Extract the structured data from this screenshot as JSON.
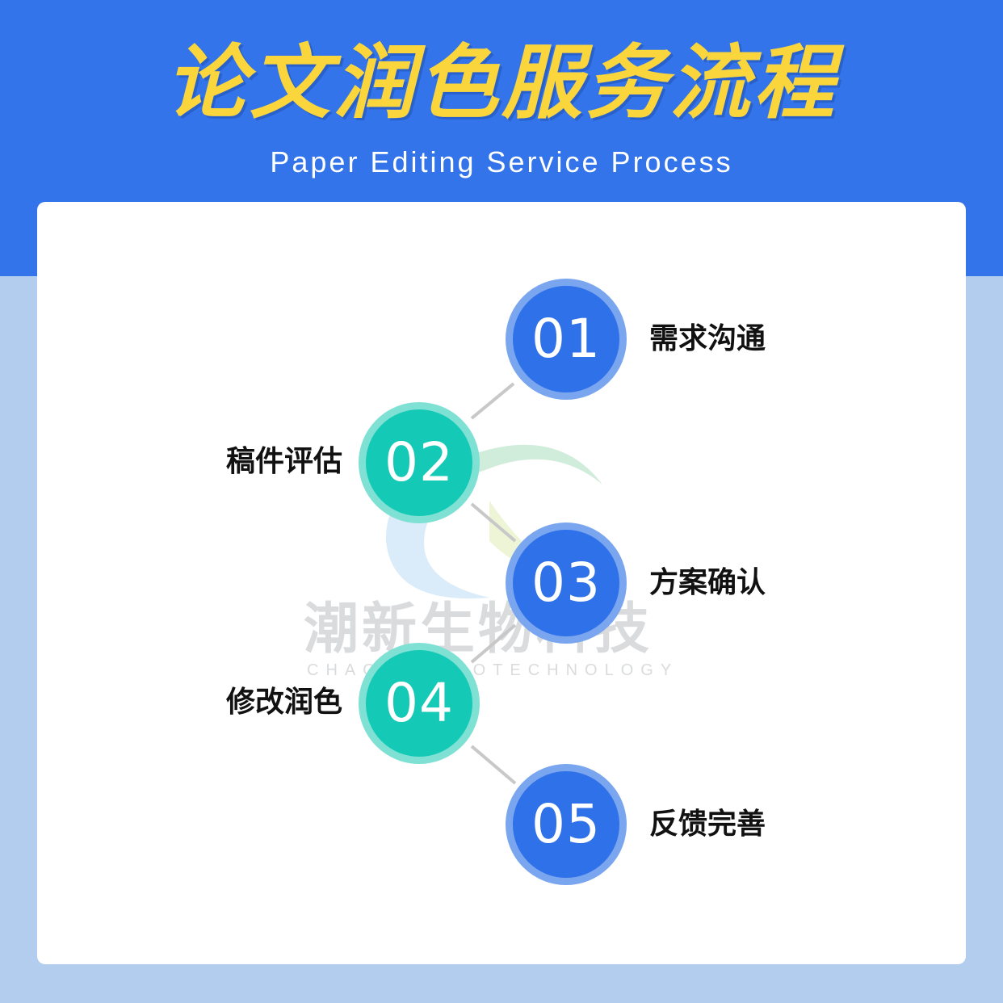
{
  "header": {
    "title": "论文润色服务流程",
    "subtitle": "Paper Editing Service Process"
  },
  "watermark": {
    "text": "潮新生物科技",
    "subtext": "CHAOXIN BIOTECHNOLOGY"
  },
  "steps": [
    {
      "number": "01",
      "label": "需求沟通",
      "color": "#2f71e8"
    },
    {
      "number": "02",
      "label": "稿件评估",
      "color": "#14c9b5"
    },
    {
      "number": "03",
      "label": "方案确认",
      "color": "#2f71e8"
    },
    {
      "number": "04",
      "label": "修改润色",
      "color": "#14c9b5"
    },
    {
      "number": "05",
      "label": "反馈完善",
      "color": "#2f71e8"
    }
  ],
  "colors": {
    "header_bg": "#3474ea",
    "page_bg": "#b2cdee",
    "title": "#fad53b",
    "connector": "#c8c8c8"
  }
}
